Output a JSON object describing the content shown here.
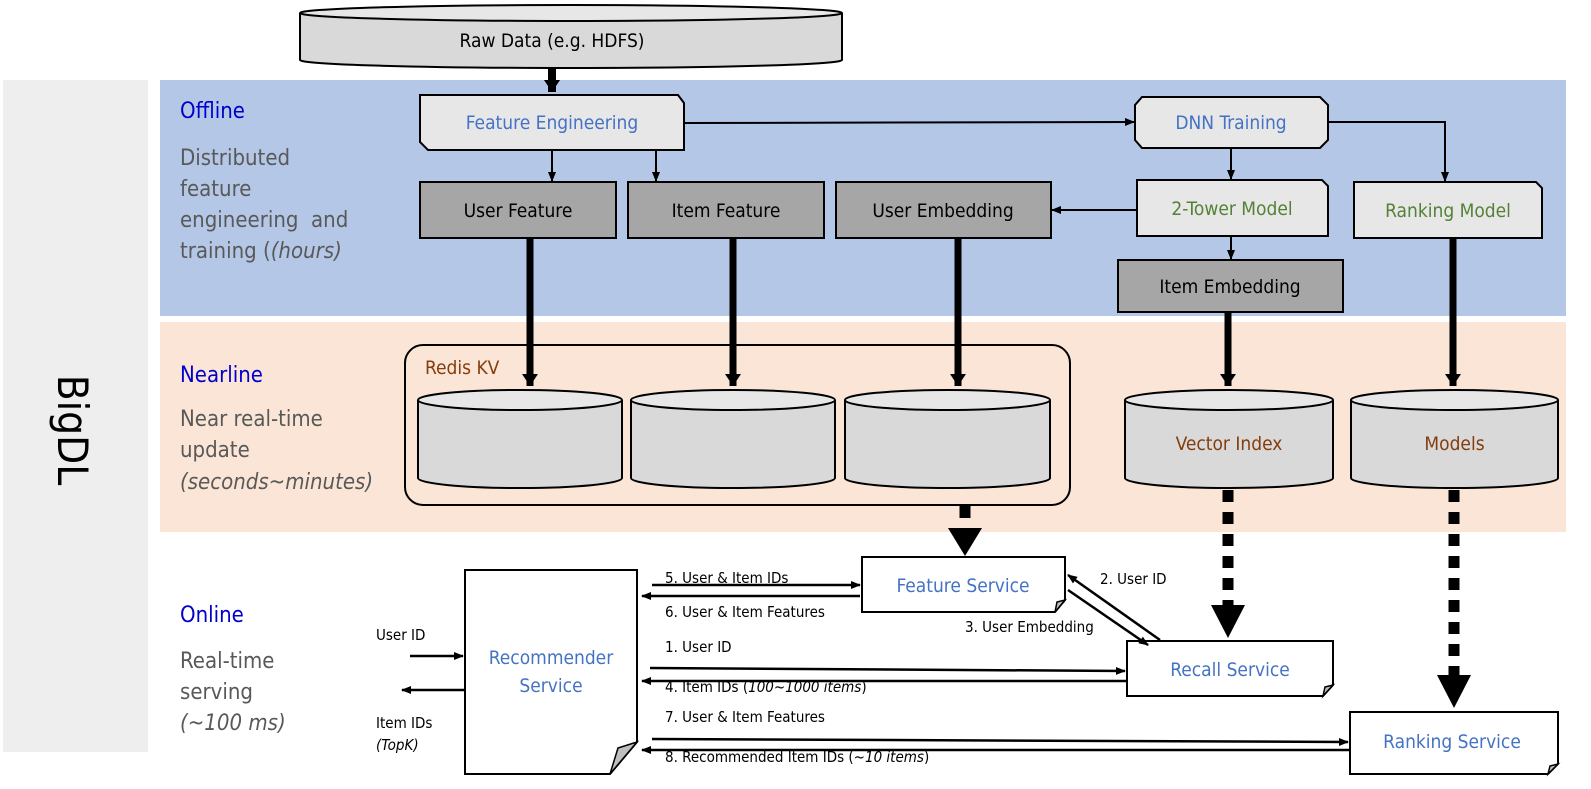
{
  "brand": "BigDL",
  "raw_data": "Raw Data (e.g. HDFS)",
  "colors": {
    "offline_bg": "#b4c7e7",
    "nearline_bg": "#fbe5d6",
    "side_panel": "#eeeeee",
    "service_text": "#4472c4",
    "tier_title": "#0000cc",
    "model_text": "#538135",
    "store_text": "#843c0c"
  },
  "offline": {
    "title": "Offline",
    "desc_lines": [
      "Distributed",
      "feature",
      "engineering  and",
      "training "
    ],
    "desc_italic": "(hours)",
    "desc_end": ")",
    "desc_paren": "("
  },
  "nearline": {
    "title": "Nearline",
    "desc_lines": [
      "Near real-time",
      "update"
    ],
    "desc_italic": "(seconds~minutes)"
  },
  "online": {
    "title": "Online",
    "desc_lines": [
      "Real-time",
      "serving"
    ],
    "desc_italic": "(~100 ms)"
  },
  "nodes": {
    "feature_engineering": "Feature Engineering",
    "dnn_training": "DNN Training",
    "user_feature": "User Feature",
    "item_feature": "Item Feature",
    "user_embedding": "User Embedding",
    "two_tower": "2-Tower Model",
    "ranking_model": "Ranking Model",
    "item_embedding": "Item Embedding",
    "redis": "Redis KV",
    "vector_index": "Vector Index",
    "models": "Models",
    "feature_service": "Feature Service",
    "recall_service": "Recall Service",
    "ranking_service": "Ranking Service",
    "recommender_1": "Recommender",
    "recommender_2": "Service"
  },
  "io": {
    "user_id": "User ID",
    "item_ids": "Item IDs",
    "topk": "(TopK)"
  },
  "edges": {
    "e5": "5. User & Item IDs",
    "e6": "6. User & Item Features",
    "e2": "2. User ID",
    "e3": "3. User Embedding",
    "e1": "1. User ID",
    "e4": "4. Item IDs (",
    "e4_it": "100~1000 items",
    "e7": "7. User & Item Features",
    "e8": "8. Recommended Item IDs (",
    "e8_it": "~10 items",
    "close": ")"
  }
}
